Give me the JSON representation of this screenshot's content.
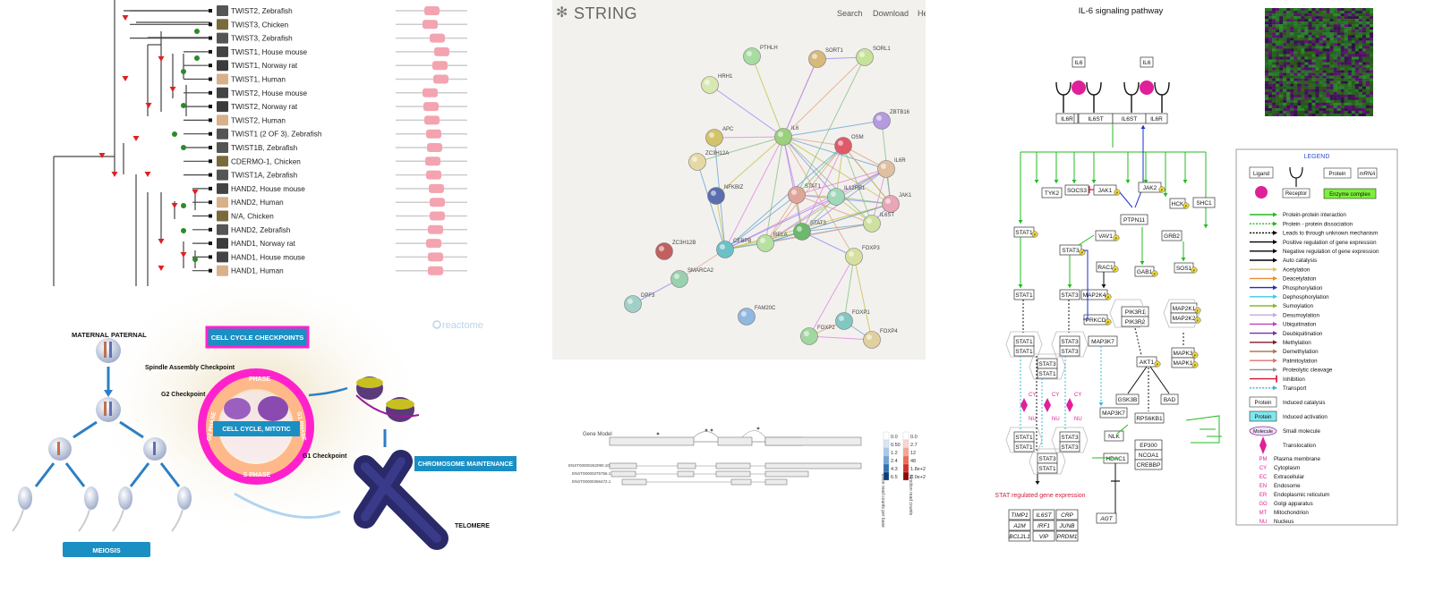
{
  "tree": {
    "species": [
      "TWIST2, Zebrafish",
      "TWIST3, Chicken",
      "TWIST3, Zebrafish",
      "TWIST1, House mouse",
      "TWIST1, Norway rat",
      "TWIST1, Human",
      "TWIST2, House mouse",
      "TWIST2, Norway rat",
      "TWIST2, Human",
      "TWIST1 (2 OF 3), Zebrafish",
      "TWIST1B, Zebrafish",
      "CDERMO-1, Chicken",
      "TWIST1A, Zebrafish",
      "HAND2, House mouse",
      "HAND2, Human",
      "N/A, Chicken",
      "HAND2, Zebrafish",
      "HAND1, Norway rat",
      "HAND1, House mouse",
      "HAND1, Human"
    ],
    "thumb_colors": [
      "#555",
      "#7b6a3e",
      "#555",
      "#444",
      "#3b3b3b",
      "#d8b08a",
      "#444",
      "#3b3b3b",
      "#d8b08a",
      "#555",
      "#555",
      "#7b6a3e",
      "#555",
      "#444",
      "#d8b08a",
      "#7b6a3e",
      "#555",
      "#3b3b3b",
      "#444",
      "#d8b08a"
    ],
    "domain_pos": [
      0.31,
      0.29,
      0.37,
      0.42,
      0.4,
      0.41,
      0.29,
      0.3,
      0.31,
      0.33,
      0.34,
      0.32,
      0.33,
      0.36,
      0.37,
      0.37,
      0.35,
      0.33,
      0.35,
      0.35
    ]
  },
  "string": {
    "brand": "STRING",
    "nav": [
      "Search",
      "Download",
      "He"
    ],
    "nodes": [
      "IL6",
      "PTHLH",
      "SORT1",
      "SORL1",
      "HRH1",
      "APC",
      "ZC3H12A",
      "OSM",
      "ZBTB16",
      "NFKBIZ",
      "STAT1",
      "IL12RB1",
      "IL6R",
      "JAK1",
      "IL6ST",
      "STAT3",
      "RELA",
      "CEBPB",
      "FOXP3",
      "ZC3H12B",
      "SMARCA2",
      "DPF3",
      "FAM20C",
      "FOXP2",
      "FOXP1",
      "FOXP4"
    ],
    "node_colors": [
      "#9bd07d",
      "#a8dca0",
      "#d7b97a",
      "#c7e39a",
      "#d7e9b0",
      "#d3c36a",
      "#e6d8a4",
      "#e05a6a",
      "#b59ae0",
      "#5b6fb0",
      "#e0a59a",
      "#a0d8b8",
      "#e0c0a0",
      "#e8a6b6",
      "#d0e0a0",
      "#6cb86c",
      "#b8e0a0",
      "#6cc0c8",
      "#d8e0a0",
      "#c26060",
      "#9ad0b0",
      "#a0d0c8",
      "#90b8e0",
      "#a0d8a0",
      "#80c8c0",
      "#e0d0a0"
    ]
  },
  "gene_model": {
    "label": "Gene Model",
    "transcripts": [
      "ENST00000262090.10",
      "ENST00000375756.1",
      "ENST00000366472.1"
    ],
    "legend_left": [
      "0.0",
      "0.50",
      "1.2",
      "2.4",
      "4.3",
      "6.5"
    ],
    "legend_right": [
      "0.0",
      "2.7",
      "12",
      "48",
      "1.8e+2",
      "6.0e+2"
    ],
    "axis_left": "Exon read counts per base",
    "axis_right": "Junction read counts"
  },
  "cell_cycle": {
    "maternal": "MATERNAL",
    "paternal": "PATERNAL",
    "checkpoints_title": "CELL CYCLE CHECKPOINTS",
    "spindle": "Spindle Assembly Checkpoint",
    "g2": "G2 Checkpoint",
    "g1": "G1 Checkpoint",
    "m_phase": "PHASE",
    "g2_phase": "G2 PHASE",
    "g1_phase": "G1 PHASE",
    "s_phase": "S PHASE",
    "mitotic": "CELL CYCLE, MITOTIC",
    "chromosome": "CHROMOSOME MAINTENANCE",
    "telomere": "TELOMERE",
    "meiosis": "MEIOSIS",
    "reactome": "reactome"
  },
  "il6": {
    "title": "IL-6 signaling pathway",
    "ligand": "IL6",
    "receptors": [
      "IL6R",
      "IL6ST",
      "IL6ST",
      "IL6R"
    ],
    "nodes": {
      "tyk2": "TYK2",
      "socs3": "SOCS3",
      "jak1": "JAK1",
      "jak2": "JAK2",
      "hck": "HCK",
      "shc1": "SHC1",
      "ptpn11": "PTPN11",
      "stat1": "STAT1",
      "vav1": "VAV1",
      "grb2": "GRB2",
      "stat3": "STAT3",
      "rac1": "RAC1",
      "gab1": "GAB1",
      "sos1": "SOS1",
      "map2k4": "MAP2K4",
      "prkcd": "PRKCD",
      "pik3r1": "PIK3R1",
      "pik3r2": "PIK3R2",
      "map2k1": "MAP2K1",
      "map2k2": "MAP2K2",
      "map3k7": "MAP3K7",
      "akt1": "AKT1",
      "mapk3": "MAPK3",
      "mapk1": "MAPK1",
      "gsk3b": "GSK3B",
      "bad": "BAD",
      "rps6kb1": "RPS6KB1",
      "nlk": "NLK",
      "ep300": "EP300",
      "ncoa1": "NCOA1",
      "crebbp": "CREBBP",
      "hdac1": "HDAC1",
      "agt": "AGT",
      "cy": "CY",
      "nu": "NU"
    },
    "stat_expr": "STAT regulated gene expression",
    "genes": [
      "TIMP1",
      "IL6ST",
      "CRP",
      "A2M",
      "IRF1",
      "JUNB",
      "BCL2L1",
      "VIP",
      "PRDM1"
    ],
    "legend": {
      "title": "LEGEND",
      "ligand": "Ligand",
      "receptor": "Receptor",
      "protein": "Protein",
      "mrna": "mRNA",
      "enzyme": "Enzyme complex",
      "items": [
        {
          "label": "Protein-protein interaction",
          "color": "#22bb22"
        },
        {
          "label": "Protein - protein dissociation",
          "color": "#22bb22"
        },
        {
          "label": "Leads to through unknown mechanism",
          "color": "#000000"
        },
        {
          "label": "Positive regulation of gene expression",
          "color": "#000000"
        },
        {
          "label": "Negative regulation of gene expression",
          "color": "#000000"
        },
        {
          "label": "Auto catalysis",
          "color": "#000000"
        },
        {
          "label": "Acetylation",
          "color": "#e8c04a"
        },
        {
          "label": "Deacetylation",
          "color": "#f08a30"
        },
        {
          "label": "Phosphorylation",
          "color": "#1a2fc8"
        },
        {
          "label": "Dephosphorylation",
          "color": "#40c8f0"
        },
        {
          "label": "Sumoylation",
          "color": "#8ab82a"
        },
        {
          "label": "Desumoylation",
          "color": "#c8a8e0"
        },
        {
          "label": "Ubiquitination",
          "color": "#c040c0"
        },
        {
          "label": "Deubiquitination",
          "color": "#7a30a0"
        },
        {
          "label": "Methylation",
          "color": "#8a1a2a"
        },
        {
          "label": "Demethylation",
          "color": "#b07a50"
        },
        {
          "label": "Palmitoylation",
          "color": "#e07070"
        },
        {
          "label": "Proteolytic cleavage",
          "color": "#909090"
        },
        {
          "label": "Inhibition",
          "color": "#d01030"
        },
        {
          "label": "Transport",
          "color": "#30b8d8"
        }
      ],
      "induced_catalysis": "Induced catalysis",
      "induced_activation": "Induced activation",
      "small_molecule_box": "Molecule",
      "small_molecule": "Small molecule",
      "translocation": "Translocation",
      "locations": [
        {
          "abbr": "PM",
          "label": "Plasma membrane"
        },
        {
          "abbr": "CY",
          "label": "Cytoplasm"
        },
        {
          "abbr": "EC",
          "label": "Extracellular"
        },
        {
          "abbr": "EN",
          "label": "Endosome"
        },
        {
          "abbr": "ER",
          "label": "Endoplasmic reticulum"
        },
        {
          "abbr": "GO",
          "label": "Golgi apparatus"
        },
        {
          "abbr": "MT",
          "label": "Mitochondrion"
        },
        {
          "abbr": "NU",
          "label": "Nucleus"
        }
      ],
      "protein_box": "Protein"
    }
  },
  "colors": {
    "green": "#22bb22",
    "magenta": "#e0209a",
    "blue": "#1a2fc8",
    "cyan": "#30b8d8",
    "teal_btn": "#1a8fc4"
  }
}
